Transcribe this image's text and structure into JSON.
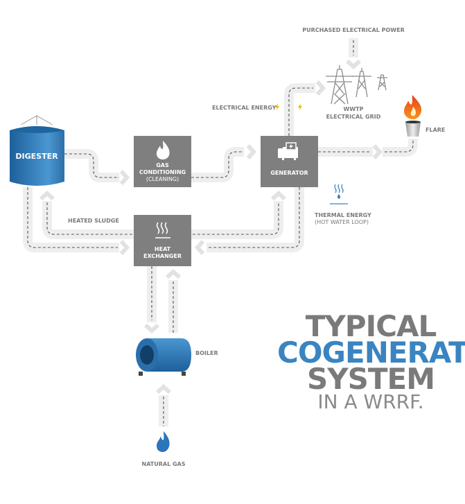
{
  "nodes": {
    "digester": "DIGESTER",
    "gas_conditioning": [
      "GAS",
      "CONDITIONING",
      "(CLEANING)"
    ],
    "generator": "GENERATOR",
    "heat_exchanger": [
      "HEAT",
      "EXCHANGER"
    ],
    "boiler": "BOILER",
    "natural_gas": "NATURAL GAS",
    "flare": "FLARE",
    "grid": [
      "WWTP",
      "ELECTRICAL GRID"
    ],
    "purchased_power": "PURCHASED ELECTRICAL POWER"
  },
  "labels": {
    "electrical_energy": "ELECTRICAL ENERGY",
    "heated_sludge": "HEATED SLUDGE",
    "thermal_energy": [
      "THERMAL ENERGY",
      "(HOT WATER LOOP)"
    ]
  },
  "title": {
    "line1": "TYPICAL",
    "line2": "COGENERATION",
    "line3": "SYSTEM",
    "line4": "IN A WRRF."
  },
  "colors": {
    "box": "#7f7f7f",
    "blue": "#3a84c1",
    "gray_text": "#7a7a7a",
    "bolt": "#e8b400"
  }
}
